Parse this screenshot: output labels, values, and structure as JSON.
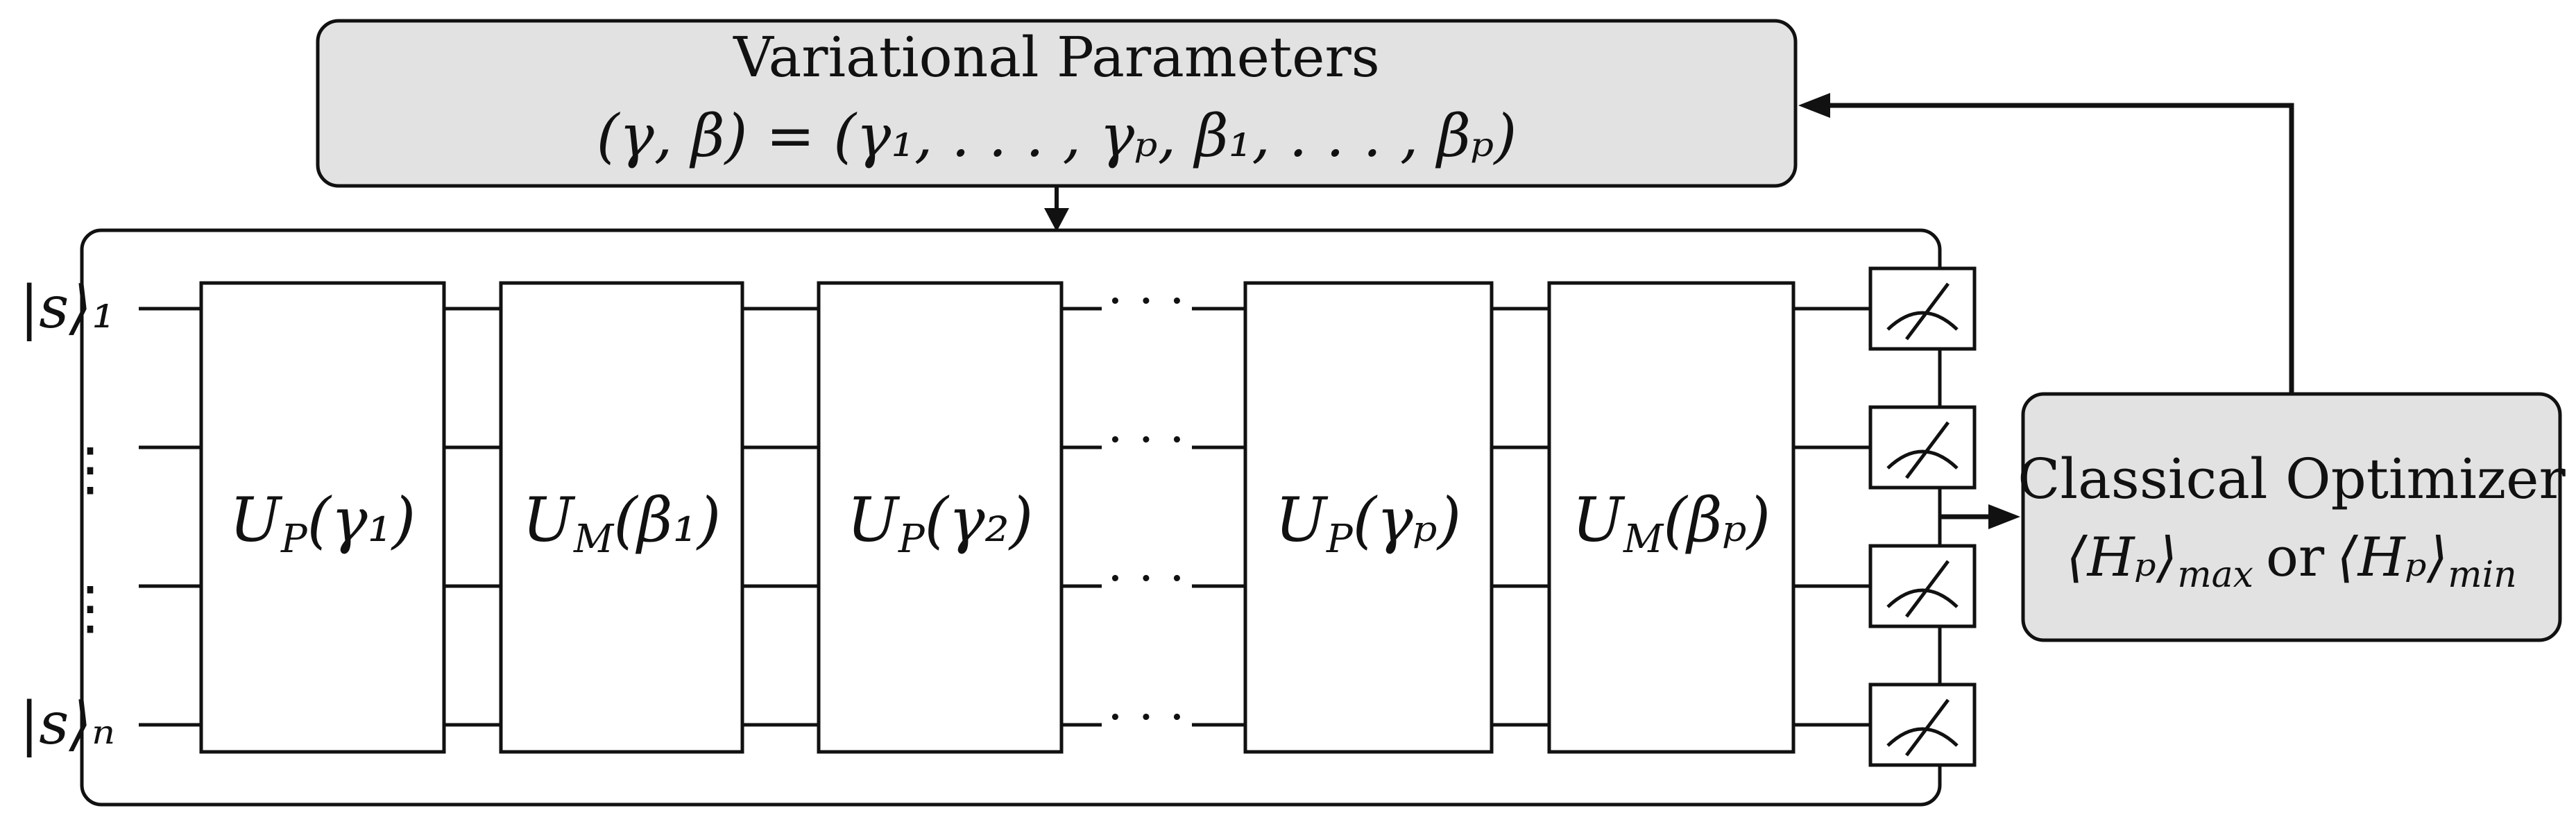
{
  "colors": {
    "ink": "#111111",
    "box_fill": "#e2e2e2",
    "background": "#ffffff"
  },
  "params_box": {
    "title": "Variational Parameters",
    "formula": "(γ, β) = (γ₁, . . . , γₚ, β₁, . . . , βₚ)"
  },
  "optimizer_box": {
    "title": "Classical Optimizer",
    "formula_left": "⟨Hₚ⟩",
    "formula_left_sub": "max",
    "connector": "or",
    "formula_right": "⟨Hₚ⟩",
    "formula_right_sub": "min"
  },
  "qubits": {
    "first": "|s⟩₁",
    "last": "|s⟩ₙ",
    "vdots": "⋮"
  },
  "gates": [
    {
      "label": "U",
      "sub": "P",
      "arg": "(γ₁)"
    },
    {
      "label": "U",
      "sub": "M",
      "arg": "(β₁)"
    },
    {
      "label": "U",
      "sub": "P",
      "arg": "(γ₂)"
    },
    {
      "label": "U",
      "sub": "P",
      "arg": "(γₚ)"
    },
    {
      "label": "U",
      "sub": "M",
      "arg": "(βₚ)"
    }
  ],
  "ellipsis": "· · ·",
  "measurement_icon": "meter-icon"
}
